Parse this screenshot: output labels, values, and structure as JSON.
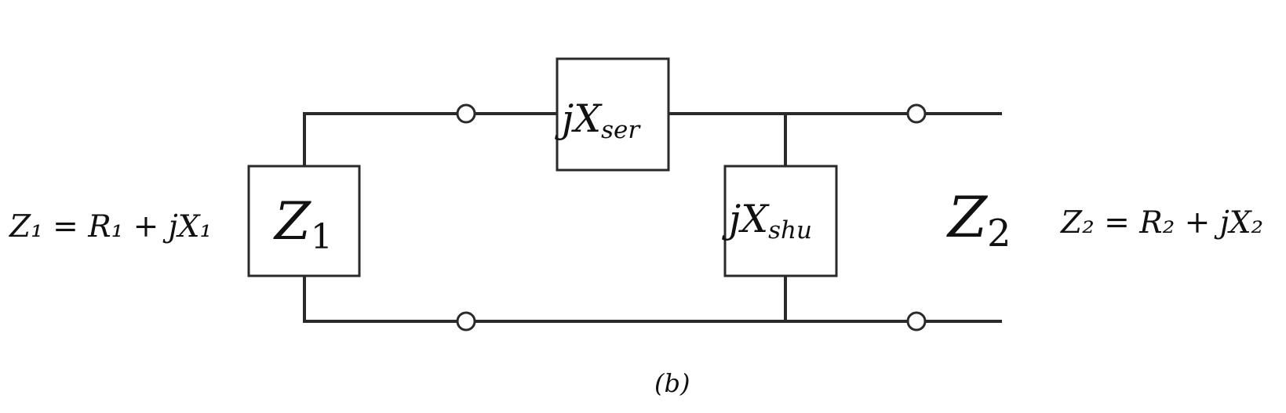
{
  "labels": {
    "left_equation": "Z₁ = R₁ + jX₁",
    "right_equation": "Z₂ = R₂ + jX₂",
    "caption": "(b)"
  },
  "components": {
    "z1": {
      "symbol": "Z",
      "subscript": "1"
    },
    "series": {
      "symbol": "jX",
      "subscript": "ser"
    },
    "shunt": {
      "symbol": "jX",
      "subscript": "shu"
    },
    "z2": {
      "symbol": "Z",
      "subscript": "2"
    }
  },
  "colors": {
    "line": "#2a2a2a",
    "text": "#111111",
    "background": "#ffffff"
  }
}
